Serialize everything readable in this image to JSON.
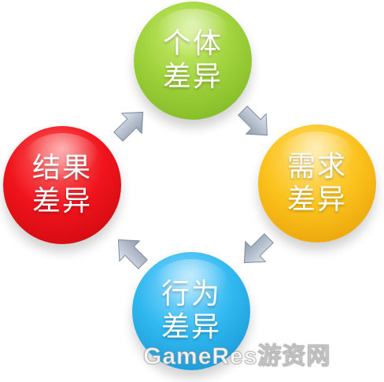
{
  "nodes": [
    {
      "id": "top",
      "line1": "个体",
      "line2": "差异",
      "color": "#9fd23c"
    },
    {
      "id": "right",
      "line1": "需求",
      "line2": "差异",
      "color": "#fbc21c"
    },
    {
      "id": "bottom",
      "line1": "行为",
      "line2": "差异",
      "color": "#31b8f0"
    },
    {
      "id": "left",
      "line1": "结果",
      "line2": "差异",
      "color": "#f0141c"
    }
  ],
  "arrow_color": "#a8b4c4",
  "watermark": "GameRes游资网"
}
